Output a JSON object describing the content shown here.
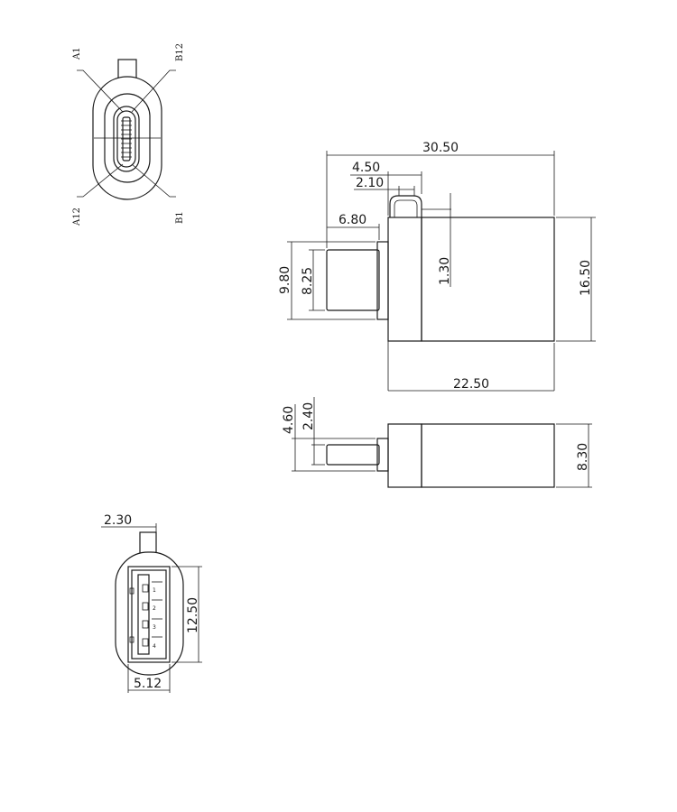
{
  "type_c_view": {
    "pin_labels": {
      "a1": "A1",
      "b12": "B12",
      "a12": "A12",
      "b1": "B1"
    }
  },
  "side_view": {
    "dims": {
      "overall_length": "30.50",
      "offset_4_50": "4.50",
      "tab_width": "2.10",
      "plug_length": "6.80",
      "height_outer": "9.80",
      "height_inner": "8.25",
      "tab_height": "1.30",
      "body_height": "16.50"
    }
  },
  "top_view": {
    "dims": {
      "body_length": "22.50",
      "plug_width": "4.60",
      "plug_inner": "2.40",
      "body_width": "8.30"
    }
  },
  "usb_a_view": {
    "dims": {
      "tab": "2.30",
      "height": "12.50",
      "width": "5.12"
    },
    "pin_numbers": [
      "1",
      "2",
      "3",
      "4"
    ]
  },
  "colors": {
    "line": "#1a1a1a",
    "background": "#ffffff"
  }
}
